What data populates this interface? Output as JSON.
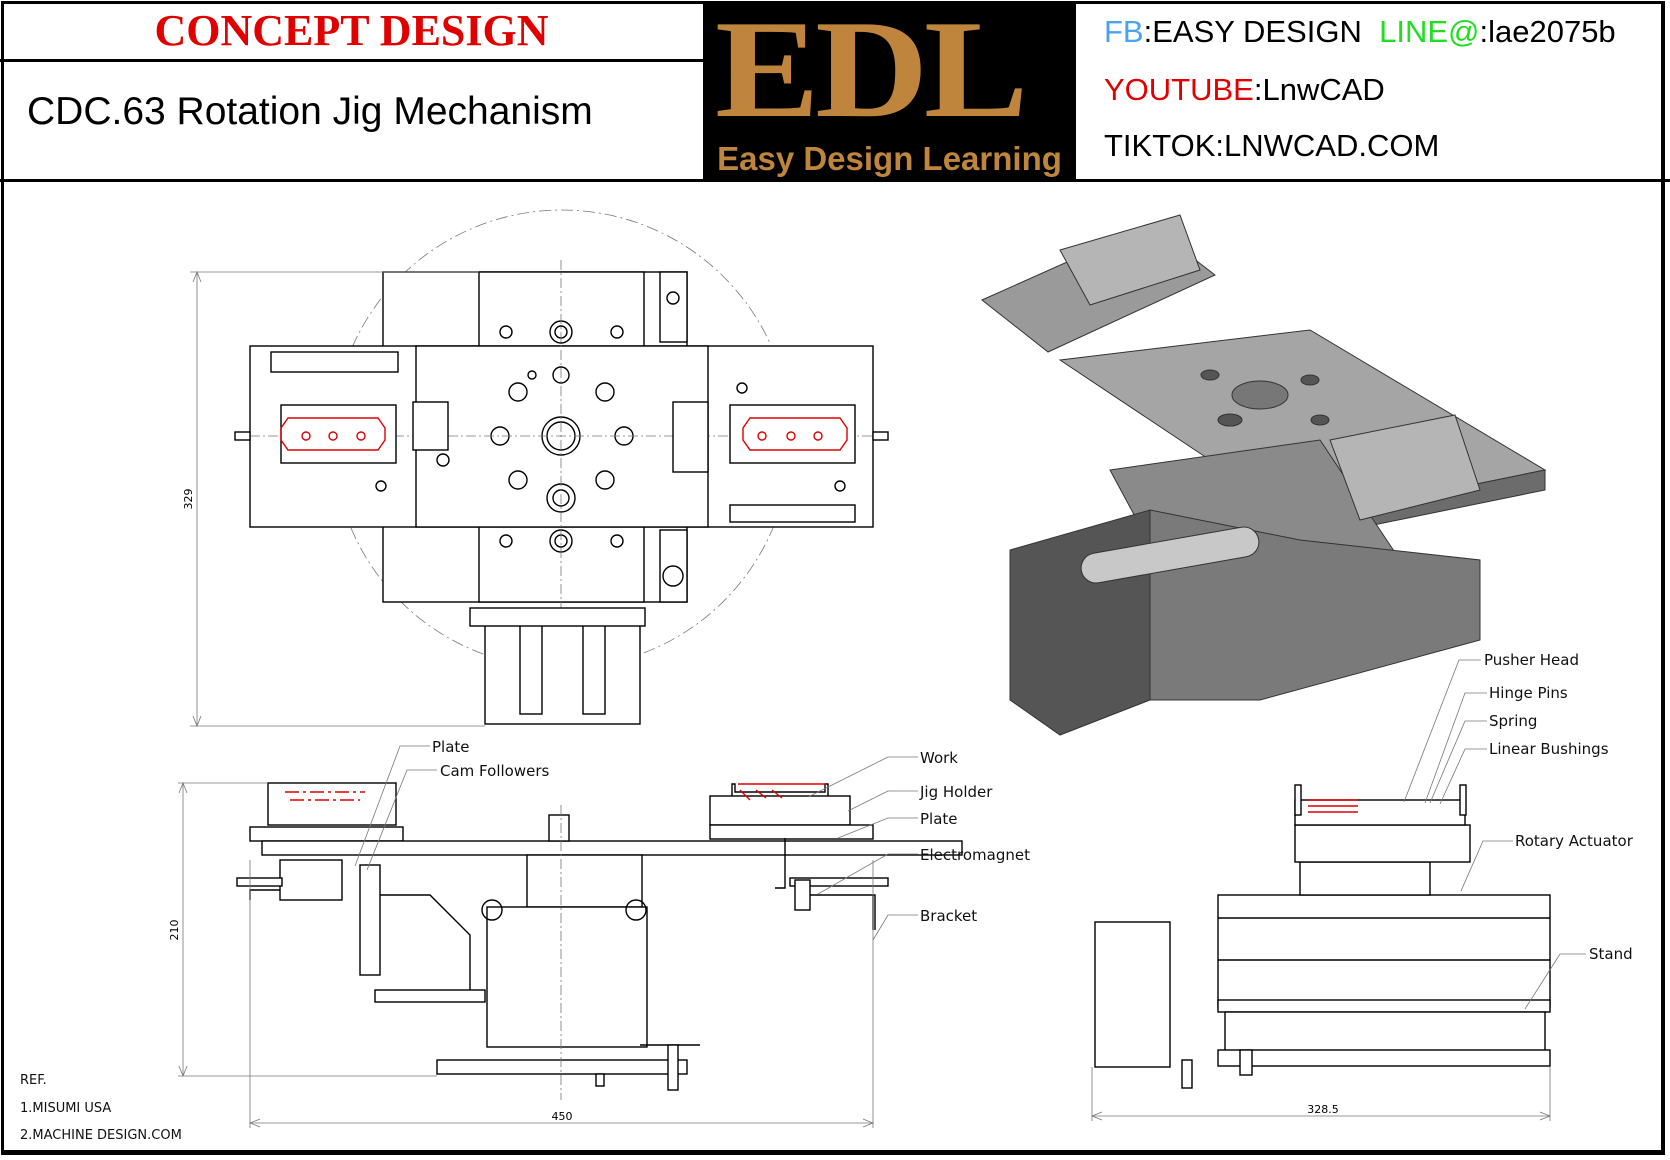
{
  "header": {
    "title": "CONCEPT DESIGN",
    "subtitle": "CDC.63 Rotation Jig Mechanism",
    "logo": {
      "letters": "EDL",
      "tagline": "Easy Design Learning"
    },
    "social": {
      "fb_label": "FB",
      "fb_value": ":EASY DESIGN",
      "line_label": "LINE@",
      "line_value": ":lae2075b",
      "youtube_label": "YOUTUBE",
      "youtube_value": ":LnwCAD",
      "tiktok_label": "TIKTOK",
      "tiktok_value": ":LNWCAD.COM"
    }
  },
  "colors": {
    "title_red": "#e00000",
    "fb_blue": "#4aa3f0",
    "line_green": "#22dd22",
    "logo_brown": "#c0853c",
    "work_red": "#e00000"
  },
  "dimensions": {
    "top_height": "329",
    "front_height": "210",
    "front_width": "450",
    "side_width": "328.5"
  },
  "front_labels": [
    "Plate",
    "Cam Followers",
    "Work",
    "Jig Holder",
    "Plate",
    "Electromagnet",
    "Bracket"
  ],
  "side_labels": [
    "Pusher Head",
    "Hinge Pins",
    "Spring",
    "Linear Bushings",
    "Rotary Actuator",
    "Stand"
  ],
  "references": {
    "title": "REF.",
    "items": [
      "1.MISUMI USA",
      "2.MACHINE DESIGN.COM"
    ]
  }
}
